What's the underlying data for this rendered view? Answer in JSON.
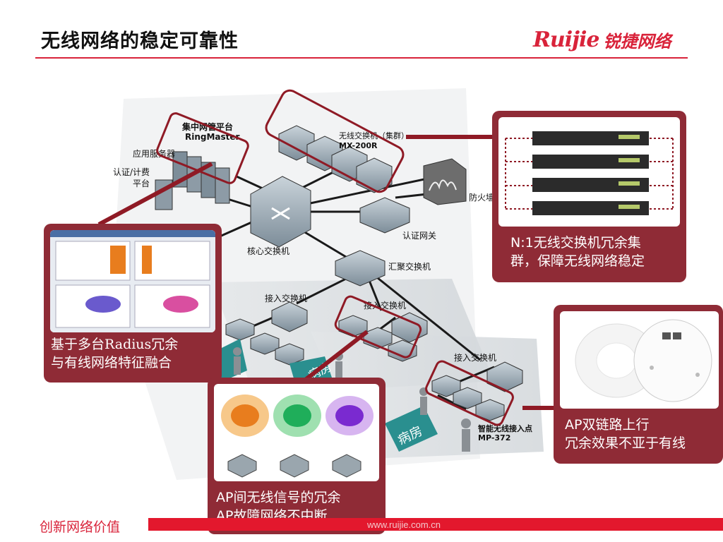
{
  "title": "无线网络的稳定可靠性",
  "logo": {
    "brand": "Ruijie",
    "cn": "锐捷网络"
  },
  "diagram_labels": {
    "mgmt_platform": "集中网管平台",
    "ringmaster": "RingMaster",
    "app_server": "应用服务器",
    "auth_billing_1": "认证/计费",
    "auth_billing_2": "平台",
    "wireless_switch_1": "无线交换机（集群）",
    "wireless_switch_2": "MX-200R",
    "firewall": "防火墙",
    "core_switch": "核心交换机",
    "auth_gateway": "认证网关",
    "agg_switch": "汇聚交换机",
    "access_switch_1": "接入交换机",
    "access_switch_2": "接入交换机",
    "access_switch_3": "接入交换机",
    "ward_1": "病房",
    "ward_2": "病房",
    "ward_3": "病房",
    "ap_name_1": "智能无线接入点",
    "ap_name_2": "MP-372"
  },
  "callouts": {
    "radius": {
      "line1": "基于多台Radius冗余",
      "line2": "与有线网络特征融合"
    },
    "cluster": {
      "line1": "N:1无线交换机冗余集",
      "line2": "群，保障无线网络稳定"
    },
    "ap_uplink": {
      "line1": "AP双链路上行",
      "line2": "冗余效果不亚于有线"
    },
    "ap_signal": {
      "line1": "AP间无线信号的冗余",
      "line2": "AP故障网络不中断"
    }
  },
  "footer": {
    "slogan": "创新网络价值",
    "url": "www.ruijie.com.cn"
  },
  "colors": {
    "accent": "#d9233a",
    "callout": "#8f2b36",
    "teal": "#2a8f8f"
  }
}
